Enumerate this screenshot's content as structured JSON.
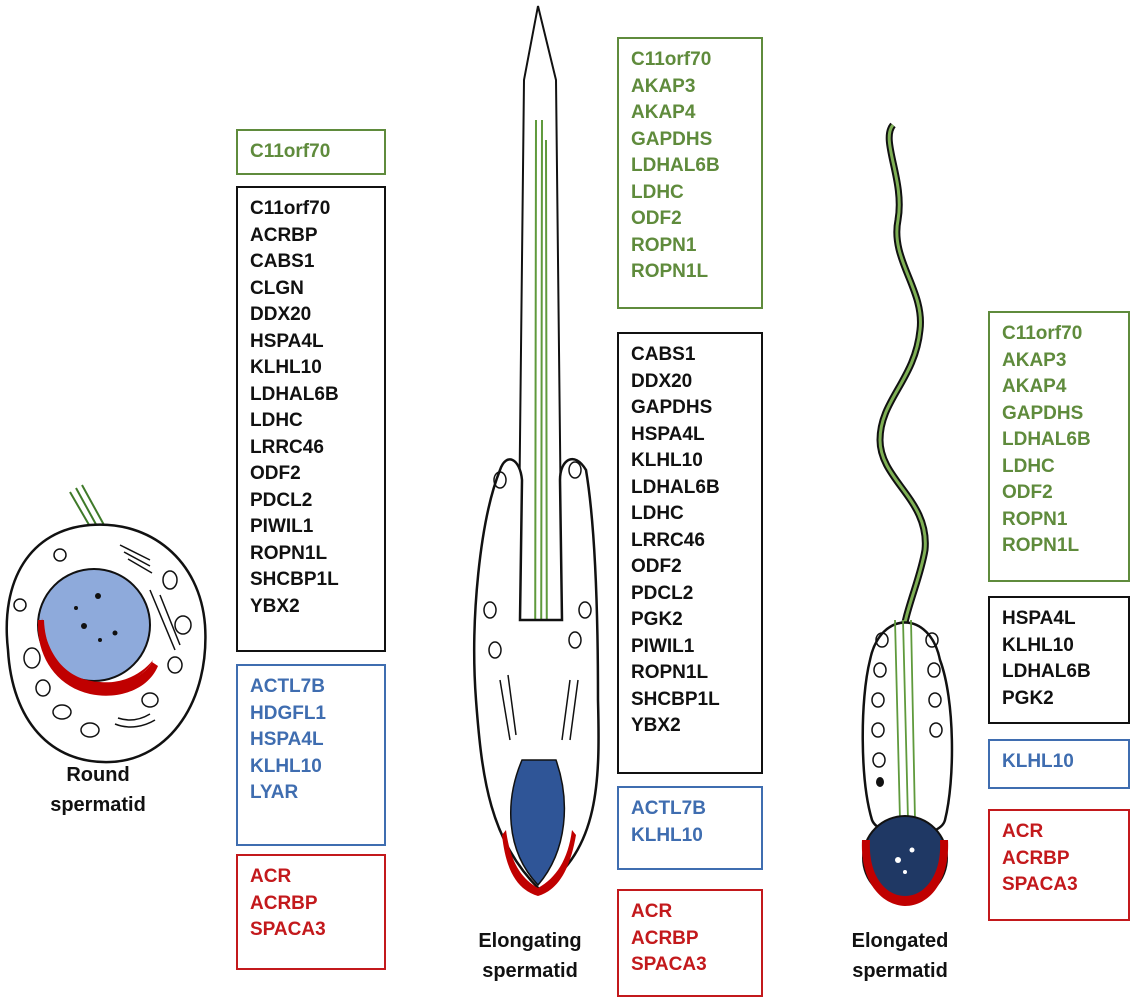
{
  "colors": {
    "green": "#5f8b3c",
    "black": "#111111",
    "blue": "#3f6db0",
    "red": "#c3191c",
    "nucleus_light": "#8eaadb",
    "nucleus_dark": "#2f5597",
    "nucleus_navy": "#1f3864",
    "acrosome": "#c00000"
  },
  "stages": [
    {
      "caption": [
        "Round",
        "spermatid"
      ],
      "green": [
        "C11orf70"
      ],
      "black": [
        "C11orf70",
        "ACRBP",
        "CABS1",
        "CLGN",
        "DDX20",
        "HSPA4L",
        "KLHL10",
        "LDHAL6B",
        "LDHC",
        "LRRC46",
        "ODF2",
        "PDCL2",
        "PIWIL1",
        "ROPN1L",
        "SHCBP1L",
        "YBX2"
      ],
      "blue": [
        "ACTL7B",
        "HDGFL1",
        "HSPA4L",
        "KLHL10",
        "LYAR"
      ],
      "red": [
        "ACR",
        "ACRBP",
        "SPACA3"
      ]
    },
    {
      "caption": [
        "Elongating",
        "spermatid"
      ],
      "green": [
        "C11orf70",
        "AKAP3",
        "AKAP4",
        "GAPDHS",
        "LDHAL6B",
        "LDHC",
        "ODF2",
        "ROPN1",
        "ROPN1L"
      ],
      "black": [
        "CABS1",
        "DDX20",
        "GAPDHS",
        "HSPA4L",
        "KLHL10",
        "LDHAL6B",
        "LDHC",
        "LRRC46",
        "ODF2",
        "PDCL2",
        "PGK2",
        "PIWIL1",
        "ROPN1L",
        "SHCBP1L",
        "YBX2"
      ],
      "blue": [
        "ACTL7B",
        "KLHL10"
      ],
      "red": [
        "ACR",
        "ACRBP",
        "SPACA3"
      ]
    },
    {
      "caption": [
        "Elongated",
        "spermatid"
      ],
      "green": [
        "C11orf70",
        "AKAP3",
        "AKAP4",
        "GAPDHS",
        "LDHAL6B",
        "LDHC",
        "ODF2",
        "ROPN1",
        "ROPN1L"
      ],
      "black": [
        "HSPA4L",
        "KLHL10",
        "LDHAL6B",
        "PGK2"
      ],
      "blue": [
        "KLHL10"
      ],
      "red": [
        "ACR",
        "ACRBP",
        "SPACA3"
      ]
    }
  ]
}
